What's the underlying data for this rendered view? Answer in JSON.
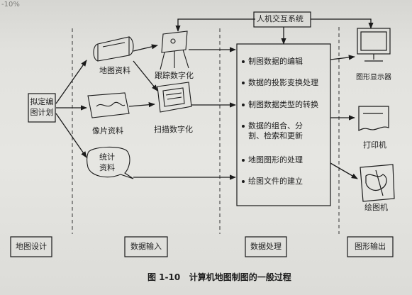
{
  "header_fragment": "-10%",
  "nodes": {
    "plan": "拟定编图计划",
    "map_material": "地图资料",
    "photo_material": "像片资料",
    "stat_material": "统计资料",
    "track_digitize": "跟踪数字化",
    "scan_digitize": "扫描数字化",
    "hci_system": "人机交互系统",
    "display": "图形显示器",
    "printer": "打印机",
    "plotter": "绘图机"
  },
  "processing_steps": [
    "制图数据的编辑",
    "数据的投影变换处理",
    "制图数据类型的转换",
    "数据的组合、分割、检索和更新",
    "地图图形的处理",
    "绘图文件的建立"
  ],
  "stages": [
    "地图设计",
    "数据输入",
    "数据处理",
    "图形输出"
  ],
  "caption": "图 1-10   计算机地图制图的一般过程"
}
